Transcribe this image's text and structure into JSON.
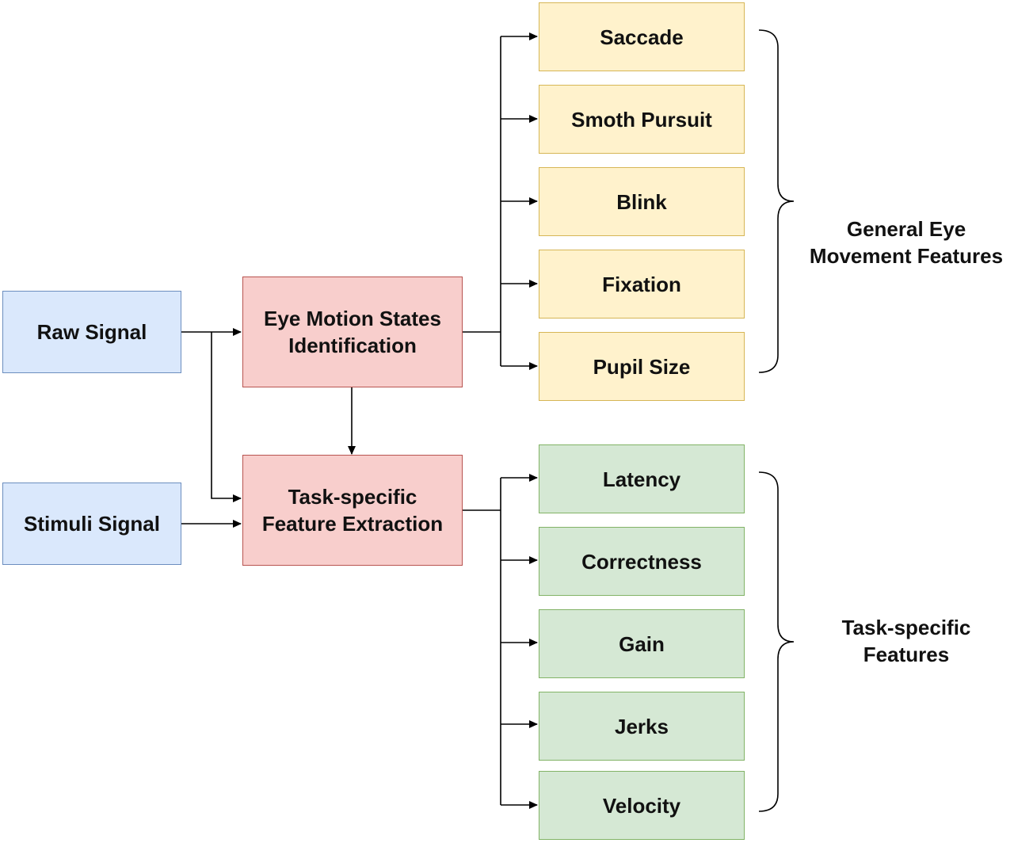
{
  "inputs": {
    "raw_signal": "Raw Signal",
    "stimuli_signal": "Stimuli Signal"
  },
  "processes": {
    "eye_motion_line1": "Eye Motion States",
    "eye_motion_line2": "Identification",
    "task_specific_line1": "Task-specific",
    "task_specific_line2": "Feature Extraction"
  },
  "general_features": {
    "items": [
      "Saccade",
      "Smoth Pursuit",
      "Blink",
      "Fixation",
      "Pupil Size"
    ],
    "group_label_line1": "General Eye",
    "group_label_line2": "Movement Features"
  },
  "task_features": {
    "items": [
      "Latency",
      "Correctness",
      "Gain",
      "Jerks",
      "Velocity"
    ],
    "group_label_line1": "Task-specific",
    "group_label_line2": "Features"
  },
  "colors": {
    "input_fill": "#dae8fc",
    "process_fill": "#f8cecc",
    "general_feature_fill": "#fff2cc",
    "task_feature_fill": "#d5e8d4"
  }
}
